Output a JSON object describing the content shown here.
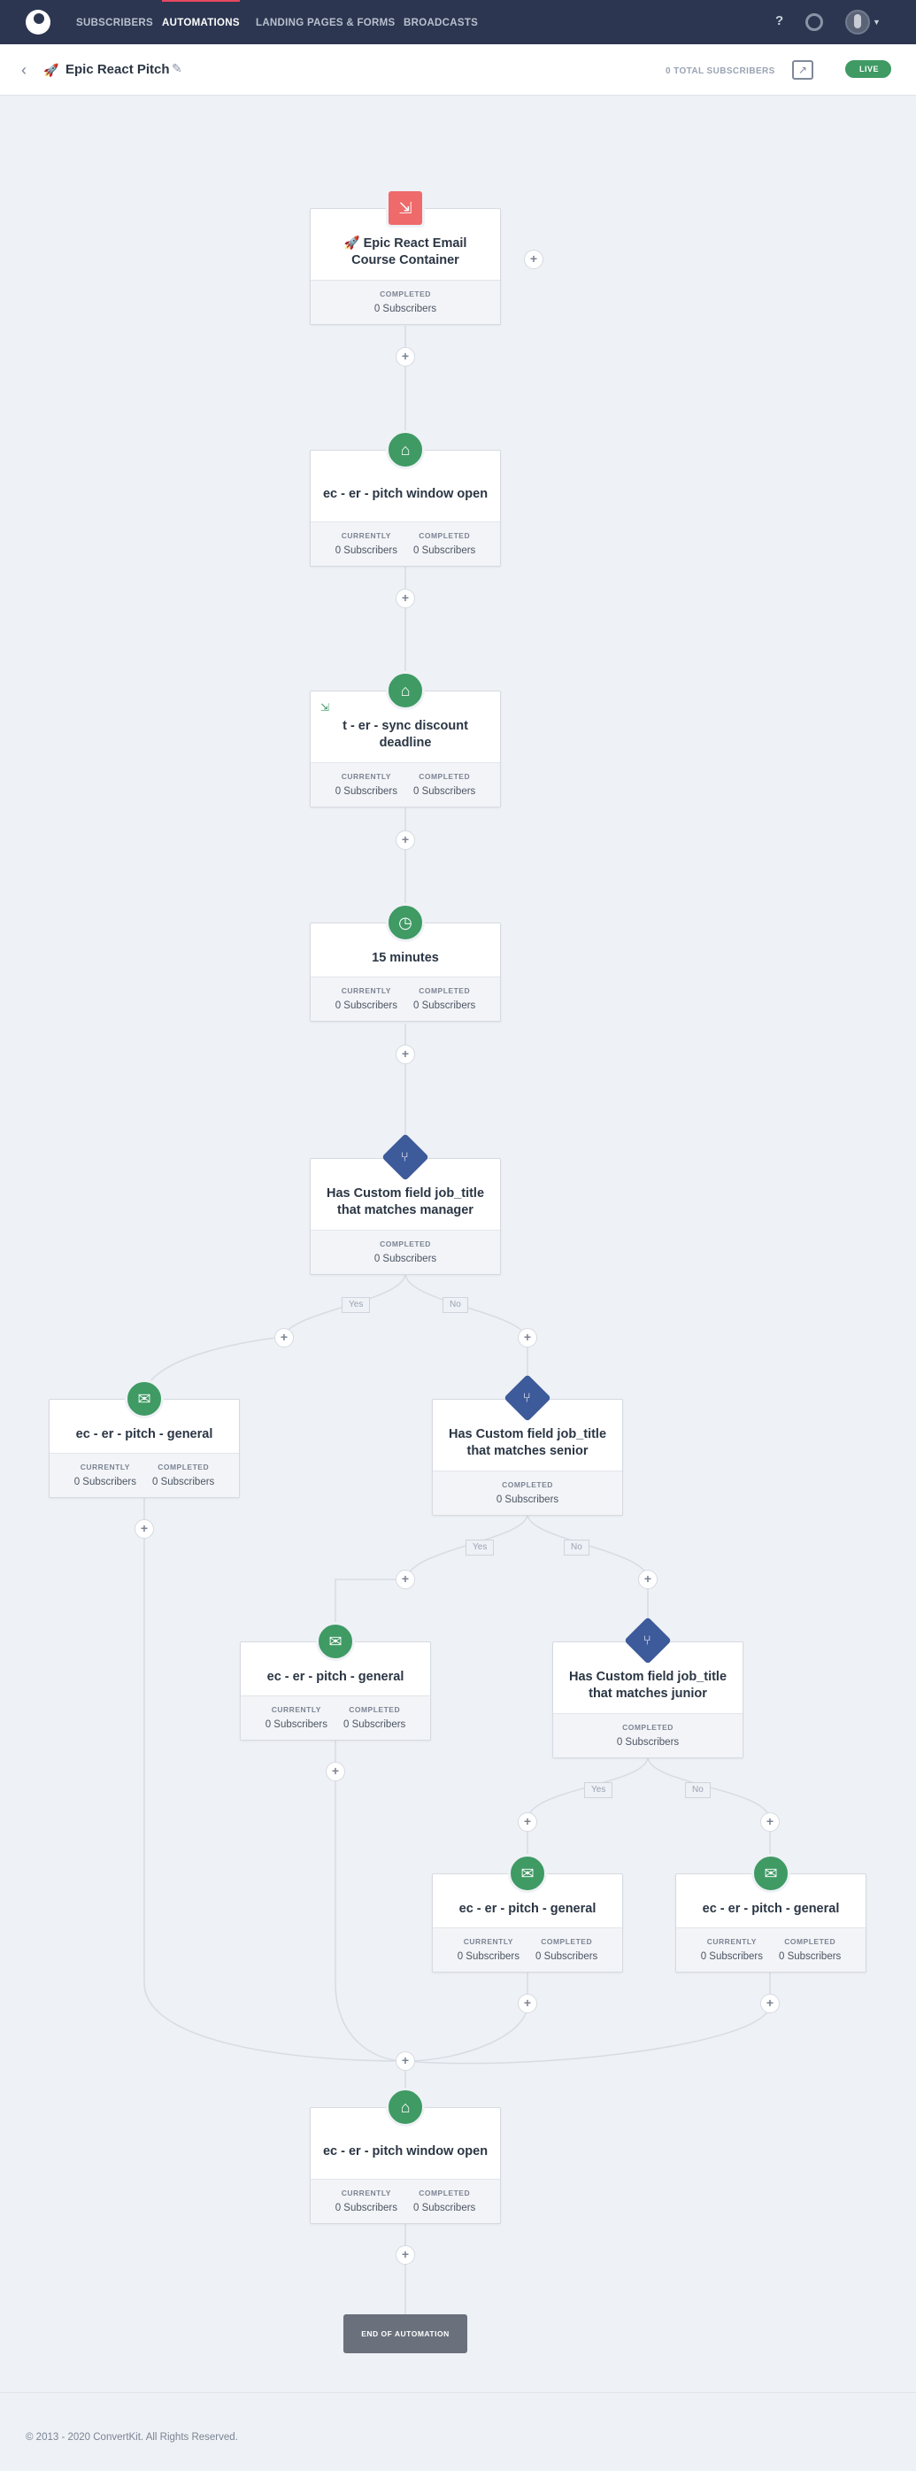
{
  "nav": {
    "items": [
      "SUBSCRIBERS",
      "AUTOMATIONS",
      "LANDING PAGES & FORMS",
      "BROADCASTS"
    ],
    "help": "?"
  },
  "header": {
    "title": "Epic React Pitch",
    "total_subscribers": "0 TOTAL SUBSCRIBERS",
    "status": "LIVE"
  },
  "labels": {
    "currently": "CURRENTLY",
    "completed": "COMPLETED",
    "zero": "0 Subscribers",
    "yes": "Yes",
    "no": "No",
    "end": "END OF AUTOMATION"
  },
  "nodes": {
    "start": "🚀 Epic React Email Course Container",
    "tag1": "ec - er - pitch window open",
    "tag2": "t - er - sync discount deadline",
    "delay": "15 minutes",
    "cond1": "Has Custom field job_title that matches manager",
    "email1": "ec - er - pitch - general",
    "cond2": "Has Custom field job_title that matches senior",
    "email2": "ec - er - pitch - general",
    "cond3": "Has Custom field job_title that matches junior",
    "email3": "ec - er - pitch - general",
    "email4": "ec - er - pitch - general",
    "tag3": "ec - er - pitch window open"
  },
  "icons": {
    "start": "sign-out-icon",
    "tag": "tag-icon",
    "delay": "clock-icon",
    "condition": "fork-icon",
    "email": "envelope-icon"
  },
  "colors": {
    "nav_bg": "#2c3650",
    "accent": "#e8485f",
    "green": "#3f9a64",
    "condition": "#3d5a9a",
    "start": "#ef6a6a"
  },
  "footer": "© 2013 - 2020 ConvertKit. All Rights Reserved."
}
